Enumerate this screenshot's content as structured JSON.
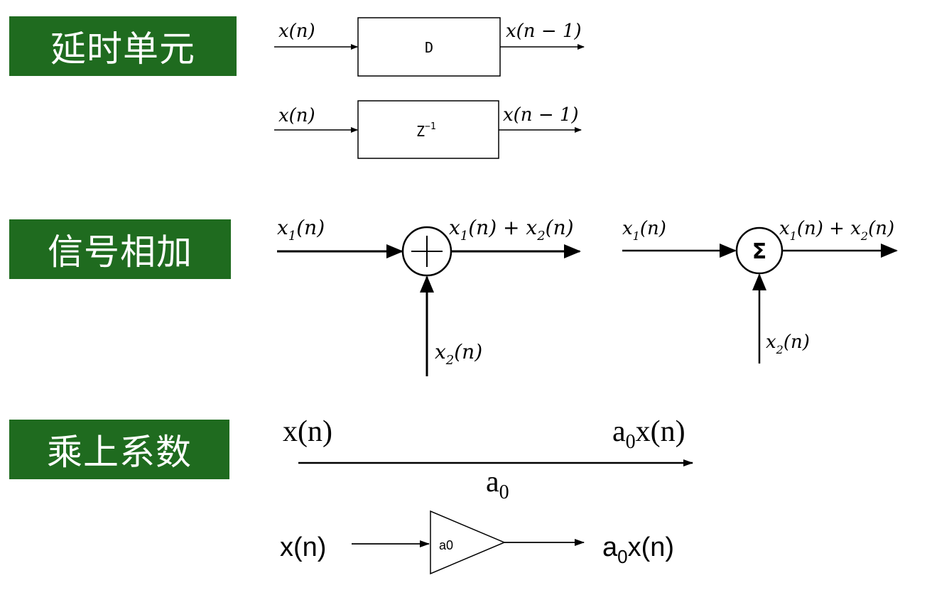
{
  "sections": {
    "delay": {
      "label": "延时单元"
    },
    "add": {
      "label": "信号相加"
    },
    "multiply": {
      "label": "乘上系数"
    }
  },
  "delay": {
    "block1": {
      "input": "x(n)",
      "box": "D",
      "output": "x(n − 1)"
    },
    "block2": {
      "input": "x(n)",
      "box_base": "Z",
      "box_sup": "−1",
      "output": "x(n − 1)"
    }
  },
  "adder": {
    "left": {
      "in1_base": "x",
      "in1_sub": "1",
      "in1_arg": "(n)",
      "out_a": "x",
      "out_a_sub": "1",
      "out_mid": "(n) + ",
      "out_b": "x",
      "out_b_sub": "2",
      "out_end": "(n)",
      "in2_base": "x",
      "in2_sub": "2",
      "in2_arg": "(n)",
      "symbol": "+"
    },
    "right": {
      "in1_base": "x",
      "in1_sub": "1",
      "in1_arg": "(n)",
      "out_a": "x",
      "out_a_sub": "1",
      "out_mid": "(n) + ",
      "out_b": "x",
      "out_b_sub": "2",
      "out_end": "(n)",
      "in2_base": "x",
      "in2_sub": "2",
      "in2_arg": "(n)",
      "symbol": "Σ"
    }
  },
  "multiplier": {
    "arrow_form": {
      "input": "x(n)",
      "out_base": "a",
      "out_sub": "0",
      "out_arg": "x(n)",
      "coef_base": "a",
      "coef_sub": "0"
    },
    "triangle_form": {
      "input": "x(n)",
      "gain": "a0",
      "out_base": "a",
      "out_sub": "0",
      "out_arg": "x(n)"
    }
  }
}
